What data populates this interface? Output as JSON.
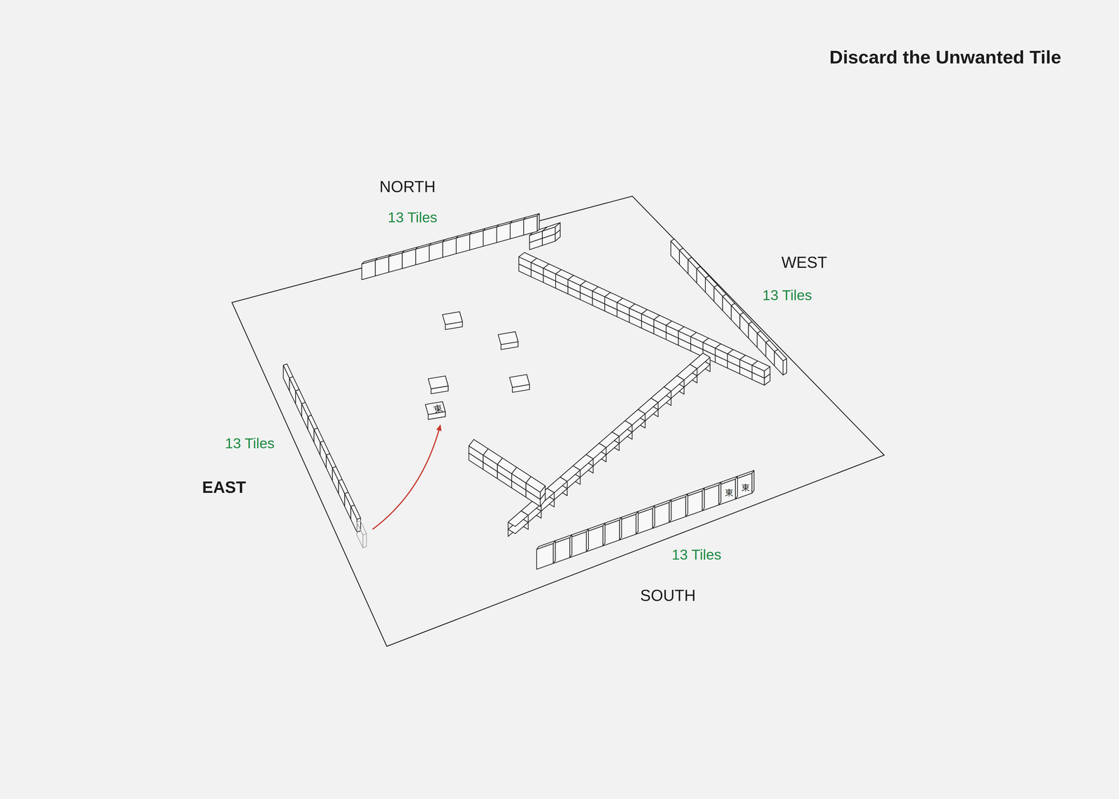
{
  "diagram": {
    "title": "Discard the Unwanted Tile",
    "labels": [
      "NORTH",
      "13 Tiles",
      "WEST",
      "13 Tiles",
      "東",
      "13 Tiles",
      "EAST",
      "東",
      "東",
      "13 Tiles",
      "SOUTH"
    ]
  }
}
